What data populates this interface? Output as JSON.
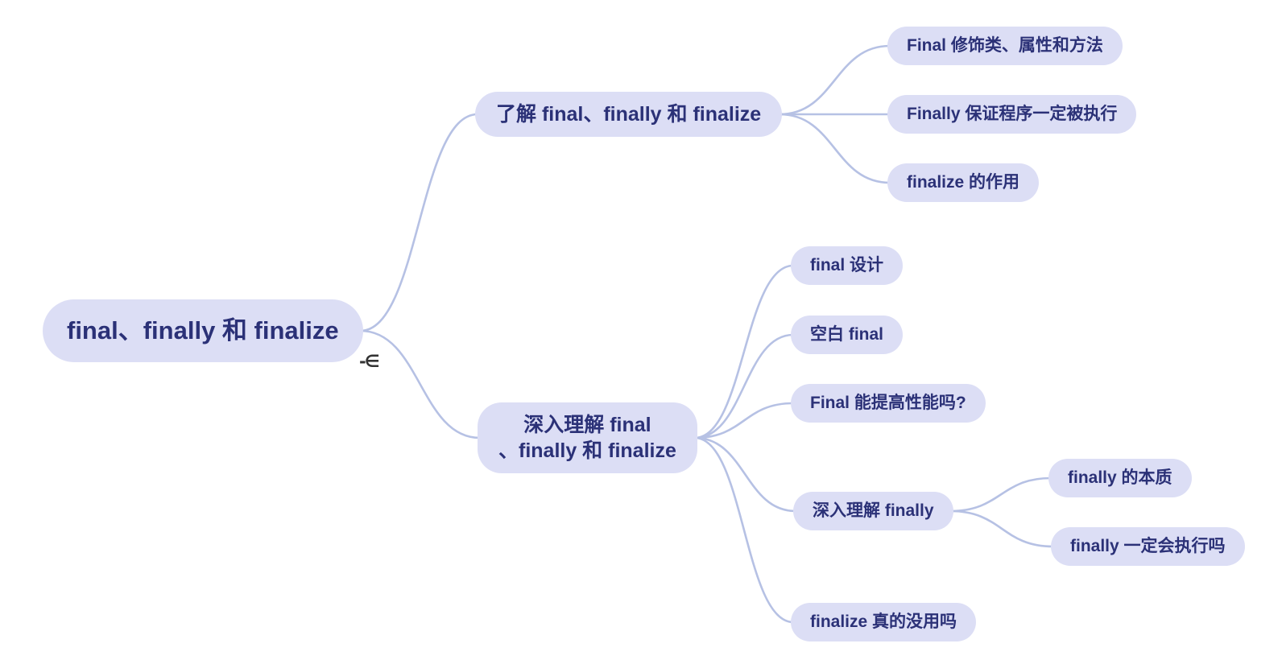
{
  "mindmap": {
    "root": {
      "label": "final、finally 和 finalize",
      "marker": "-∈"
    },
    "branches": [
      {
        "label": "了解 final、finally 和 finalize",
        "children": [
          {
            "label": "Final 修饰类、属性和方法"
          },
          {
            "label": "Finally 保证程序一定被执行"
          },
          {
            "label": "finalize 的作用"
          }
        ]
      },
      {
        "label_lines": [
          "深入理解 final",
          "、finally 和 finalize"
        ],
        "children": [
          {
            "label": "final 设计"
          },
          {
            "label": "空白 final"
          },
          {
            "label": "Final 能提高性能吗?"
          },
          {
            "label": "深入理解 finally",
            "children": [
              {
                "label": "finally 的本质"
              },
              {
                "label": "finally 一定会执行吗"
              }
            ]
          },
          {
            "label": "finalize 真的没用吗"
          }
        ]
      }
    ],
    "colors": {
      "node_fill": "#dcdef5",
      "node_text": "#2b3177",
      "connector": "#b6c1e4",
      "marker": "#333333",
      "background": "#ffffff"
    }
  }
}
